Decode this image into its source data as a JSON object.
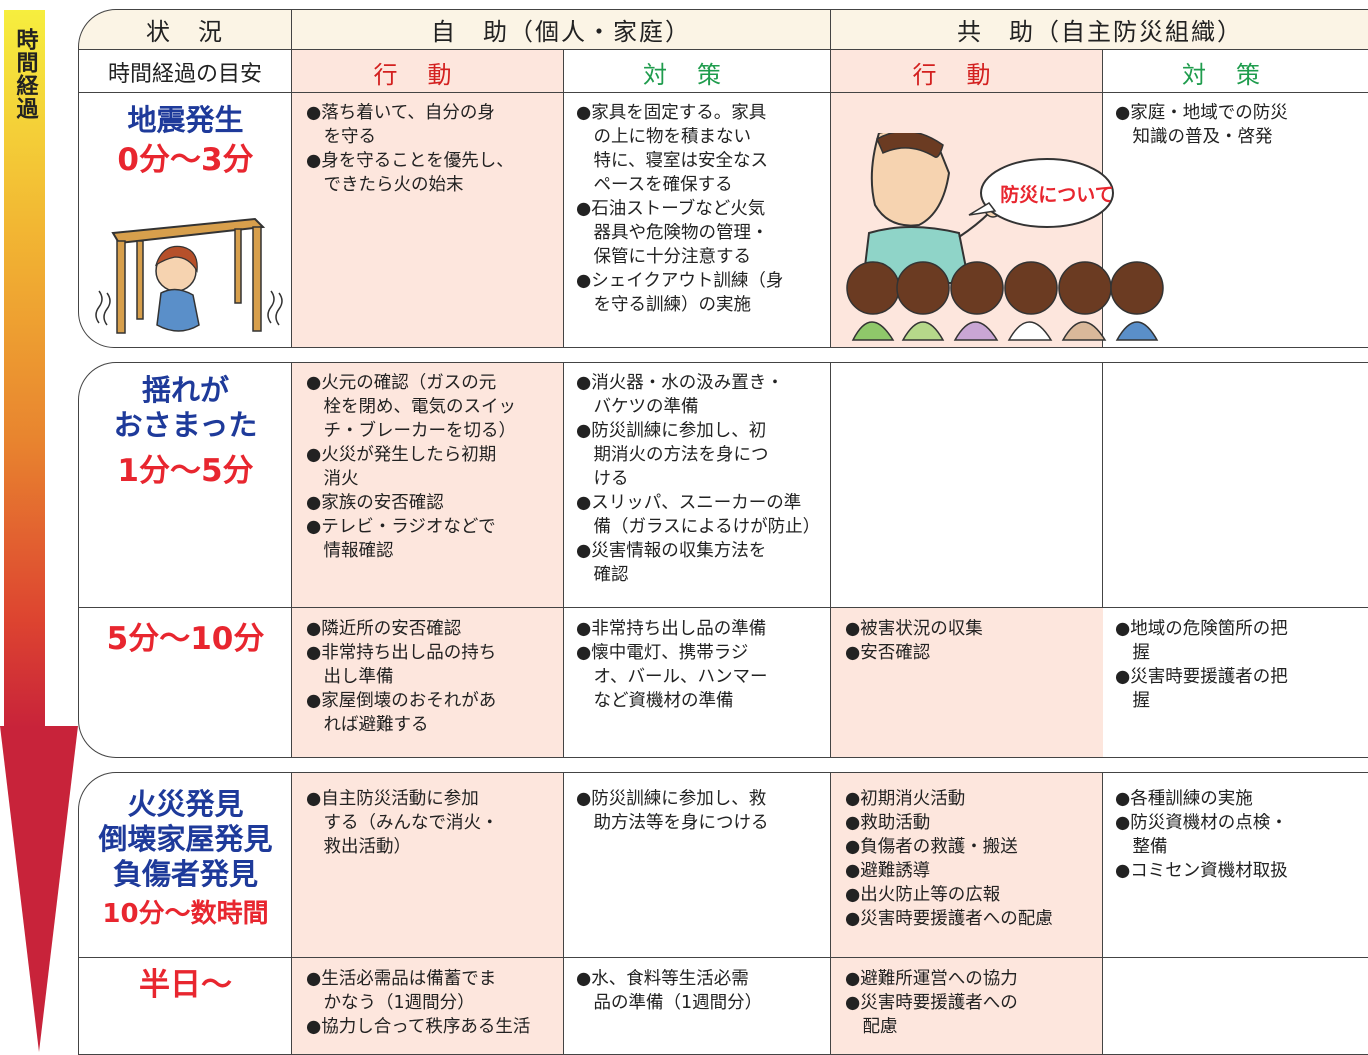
{
  "time_arrow_label": "時間経過",
  "header": {
    "situation": "状　況",
    "jijo": "自　助（個人・家庭）",
    "kyojo": "共　助（自主防災組織）",
    "time_guide": "時間経過の目安",
    "action": "行動",
    "measure": "対策"
  },
  "illustration": {
    "speech_bubble": "防災について"
  },
  "rows": [
    {
      "situation_lines": [
        "地震発生"
      ],
      "time": "0分〜3分",
      "self_action": "●落ち着いて、自分の身\n　を守る\n●身を守ることを優先し、\n　できたら火の始末",
      "self_measure": "●家具を固定する。家具\n　の上に物を積まない\n　特に、寝室は安全なス\n　ペースを確保する\n●石油ストーブなど火気\n　器具や危険物の管理・\n　保管に十分注意する\n●シェイクアウト訓練（身\n　を守る訓練）の実施",
      "mutual_action": "",
      "mutual_measure": "●家庭・地域での防災\n　知識の普及・啓発"
    },
    {
      "situation_lines": [
        "揺れが",
        "おさまった"
      ],
      "time": "1分〜5分",
      "self_action": "●火元の確認（ガスの元\n　栓を閉め、電気のスイッ\n　チ・ブレーカーを切る）\n●火災が発生したら初期\n　消火\n●家族の安否確認\n●テレビ・ラジオなどで\n　情報確認",
      "self_measure": "●消火器・水の汲み置き・\n　バケツの準備\n●防災訓練に参加し、初\n　期消火の方法を身につ\n　ける\n●スリッパ、スニーカーの準\n　備（ガラスによるけが防止）\n●災害情報の収集方法を\n　確認",
      "mutual_action": "",
      "mutual_measure": ""
    },
    {
      "situation_lines": [],
      "time": "5分〜10分",
      "self_action": "●隣近所の安否確認\n●非常持ち出し品の持ち\n　出し準備\n●家屋倒壊のおそれがあ\n　れば避難する",
      "self_measure": "●非常持ち出し品の準備\n●懐中電灯、携帯ラジ\n　オ、バール、ハンマー\n　など資機材の準備",
      "mutual_action": "●被害状況の収集\n●安否確認",
      "mutual_measure": "●地域の危険箇所の把\n　握\n●災害時要援護者の把\n　握"
    },
    {
      "situation_lines": [
        "火災発見",
        "倒壊家屋発見",
        "負傷者発見"
      ],
      "time": "10分〜数時間",
      "self_action": "●自主防災活動に参加\n　する（みんなで消火・\n　救出活動）",
      "self_measure": "●防災訓練に参加し、救\n　助方法等を身につける",
      "mutual_action": "●初期消火活動\n●救助活動\n●負傷者の救護・搬送\n●避難誘導\n●出火防止等の広報\n●災害時要援護者への配慮",
      "mutual_measure": "●各種訓練の実施\n●防災資機材の点検・\n　整備\n●コミセン資機材取扱"
    },
    {
      "situation_lines": [],
      "time": "半日〜",
      "self_action": "●生活必需品は備蓄でま\n　かなう（1週間分）\n●協力し合って秩序ある生活",
      "self_measure": "●水、食料等生活必需\n　品の準備（1週間分）",
      "mutual_action": "●避難所運営への協力\n●災害時要援護者への\n　配慮",
      "mutual_measure": ""
    }
  ],
  "colors": {
    "header_bg": "#fbf4e5",
    "action_bg": "#fde6dd",
    "situation_blue": "#1e3a9a",
    "time_red": "#e8262f",
    "action_red": "#d3201f",
    "measure_green": "#1f9c4d"
  }
}
